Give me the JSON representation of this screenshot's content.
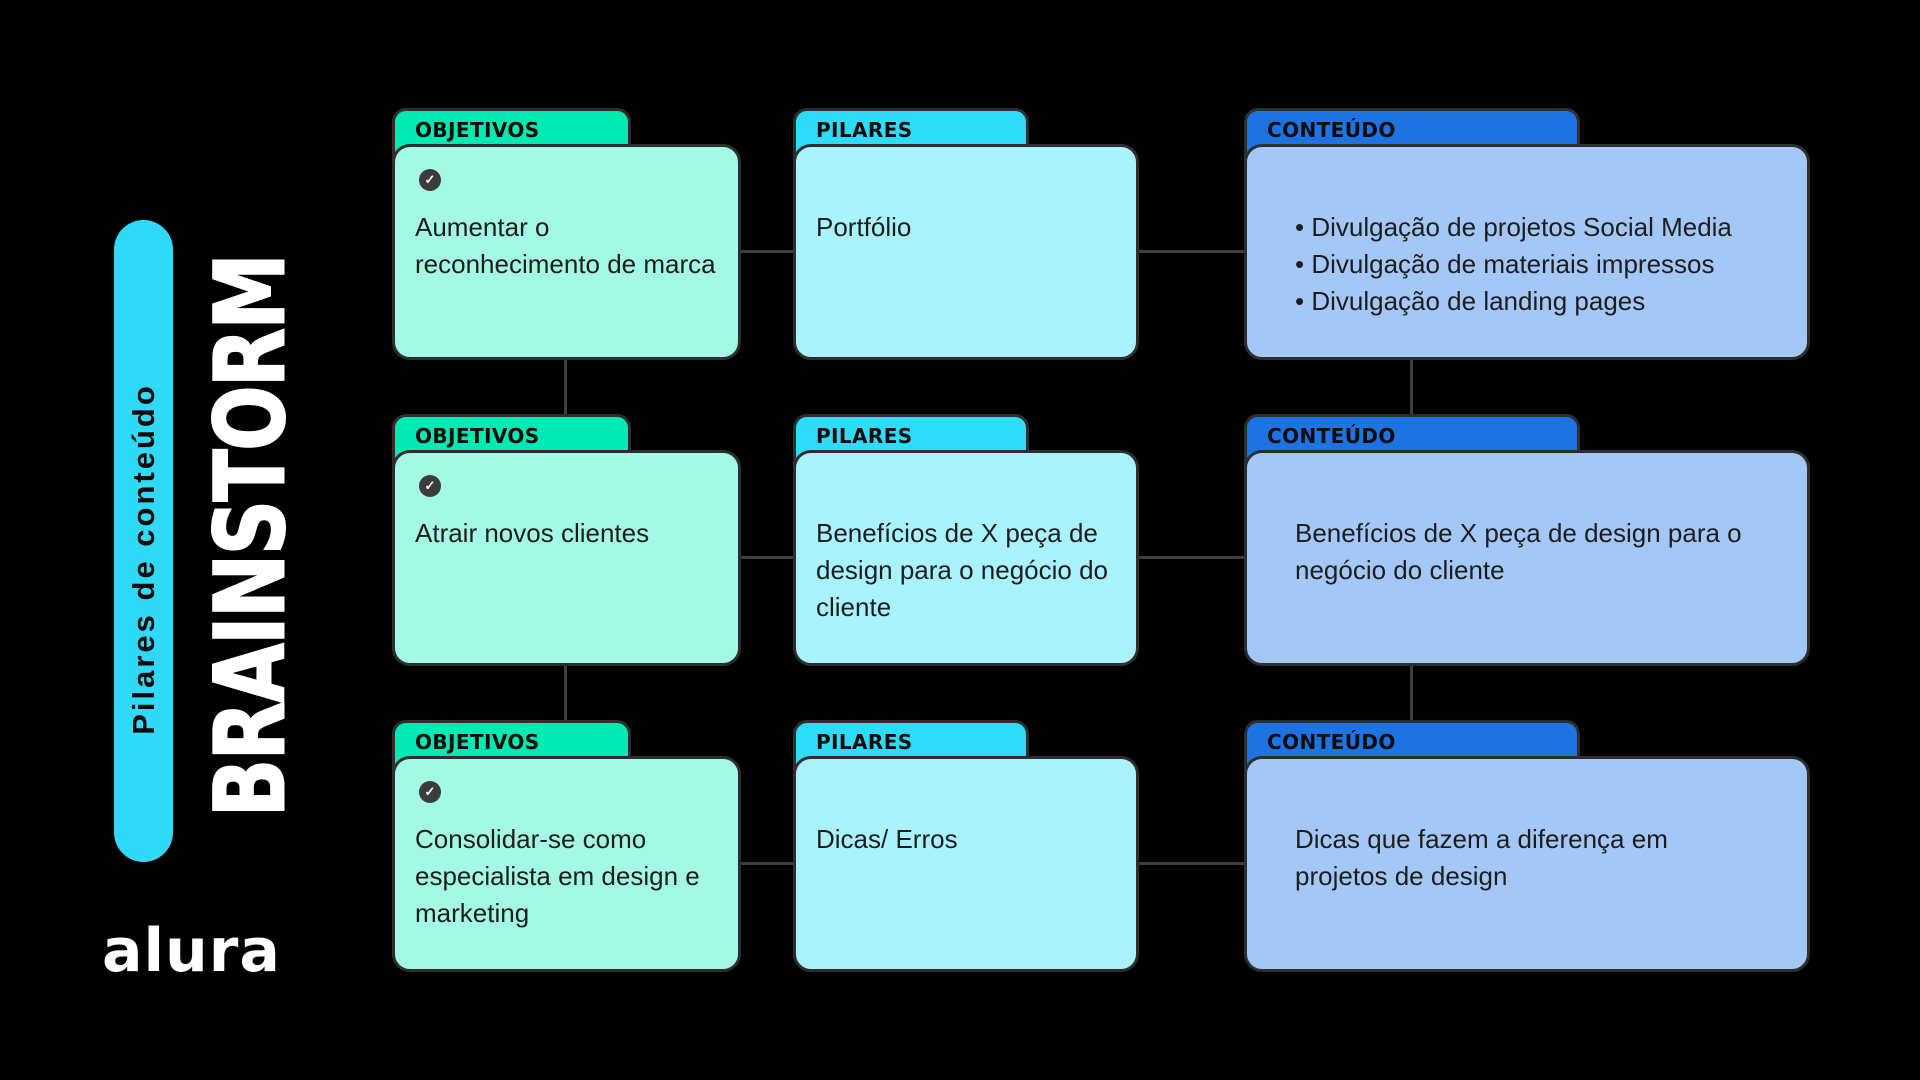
{
  "branding": {
    "pill_label": "Pilares de conteúdo",
    "title": "BRAINSTORM",
    "logo_text": "alura"
  },
  "icons": {
    "check_icon": "✓"
  },
  "colors": {
    "background": "#000000",
    "pill": "#31D9F8",
    "objetivos_tab": "#03E9B2",
    "objetivos_body": "#A3F9E3",
    "pilares_tab": "#2EDCF8",
    "pilares_body": "#A9F3FE",
    "conteudo_tab": "#1E73E2",
    "conteudo_body": "#A3C8F8",
    "connector": "#3e3e3e",
    "card_border": "#2e2e2e"
  },
  "cards": [
    {
      "tag": "OBJETIVOS",
      "has_check": true,
      "text": "Aumentar o\nreconhecimento de marca"
    },
    {
      "tag": "PILARES",
      "has_check": false,
      "text": "Portfólio"
    },
    {
      "tag": "CONTEÚDO",
      "has_check": false,
      "text": "• Divulgação de projetos Social Media\n• Divulgação de materiais impressos\n• Divulgação de landing pages"
    },
    {
      "tag": "OBJETIVOS",
      "has_check": true,
      "text": "Atrair novos clientes"
    },
    {
      "tag": "PILARES",
      "has_check": false,
      "text": "Benefícios de X peça de\ndesign para o negócio do\ncliente"
    },
    {
      "tag": "CONTEÚDO",
      "has_check": false,
      "text": "Benefícios de X peça de design para o\nnegócio do cliente"
    },
    {
      "tag": "OBJETIVOS",
      "has_check": true,
      "text": "Consolidar-se como\nespecialista em design e\nmarketing"
    },
    {
      "tag": "PILARES",
      "has_check": false,
      "text": "Dicas/ Erros"
    },
    {
      "tag": "CONTEÚDO",
      "has_check": false,
      "text": "Dicas que fazem a diferença em\nprojetos de design"
    }
  ]
}
